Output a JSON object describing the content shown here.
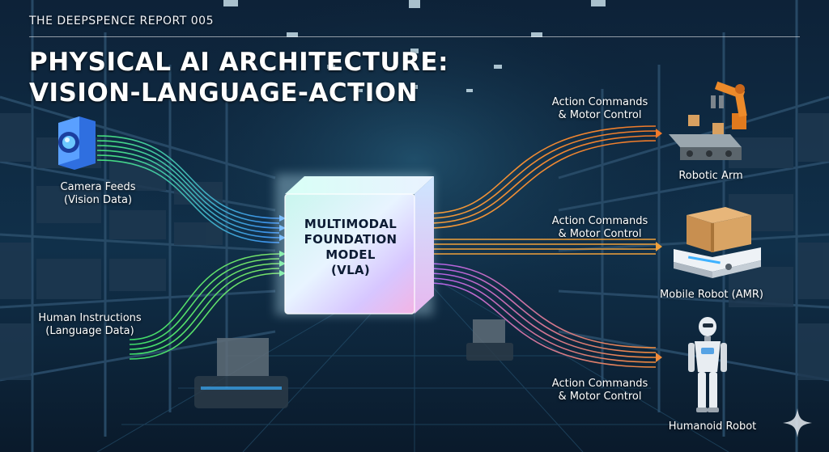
{
  "header": {
    "report_label": "THE DEEPSPENCE REPORT 005",
    "title_line1": "PHYSICAL AI ARCHITECTURE:",
    "title_line2": "VISION-LANGUAGE-ACTION"
  },
  "inputs": [
    {
      "line1": "Camera Feeds",
      "line2": "(Vision Data)",
      "icon": "camera-icon",
      "color": "#3b8cf0"
    },
    {
      "line1": "Human Instructions",
      "line2": "(Language Data)",
      "icon": "",
      "color": "#3ddc6a"
    }
  ],
  "model": {
    "line1": "MULTIMODAL",
    "line2": "FOUNDATION",
    "line3": "MODEL",
    "line4": "(VLA)"
  },
  "outputs": [
    {
      "line1": "Action Commands",
      "line2": "& Motor Control",
      "robot": "Robotic Arm",
      "icon": "robotic-arm-icon",
      "color": "#f08a3a"
    },
    {
      "line1": "Action Commands",
      "line2": "& Motor Control",
      "robot": "Mobile Robot (AMR)",
      "icon": "mobile-robot-icon",
      "color": "#f0a03a"
    },
    {
      "line1": "Action Commands",
      "line2": "& Motor Control",
      "robot": "Humanoid Robot",
      "icon": "humanoid-robot-icon",
      "color": "#b060f0"
    }
  ],
  "colors": {
    "background": "#0a1a2e",
    "vision_stream": "#3b8cf0",
    "language_stream": "#3ddc6a",
    "action_stream": "#f08a3a",
    "purple_stream": "#b060f0"
  }
}
